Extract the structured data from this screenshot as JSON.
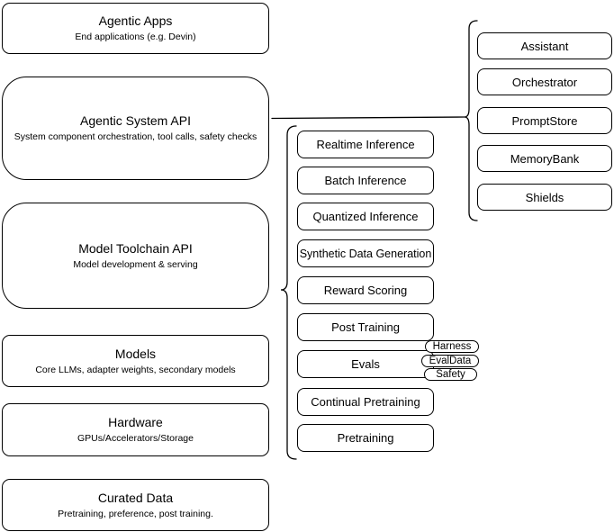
{
  "diagram": {
    "layers": [
      {
        "title": "Agentic Apps",
        "subtitle": "End applications (e.g. Devin)"
      },
      {
        "title": "Agentic System API",
        "subtitle": "System component orchestration, tool calls, safety checks"
      },
      {
        "title": "Model Toolchain API",
        "subtitle": "Model development & serving"
      },
      {
        "title": "Models",
        "subtitle": "Core LLMs, adapter weights, secondary models"
      },
      {
        "title": "Hardware",
        "subtitle": "GPUs/Accelerators/Storage"
      },
      {
        "title": "Curated Data",
        "subtitle": "Pretraining, preference, post training."
      }
    ],
    "toolchain_components": [
      "Realtime Inference",
      "Batch Inference",
      "Quantized Inference",
      "Synthetic Data Generation",
      "Reward Scoring",
      "Post Training",
      "Evals",
      "Continual Pretraining",
      "Pretraining"
    ],
    "evals_tags": [
      "Harness",
      "EvalData",
      "Safety"
    ],
    "system_components": [
      "Assistant",
      "Orchestrator",
      "PromptStore",
      "MemoryBank",
      "Shields"
    ],
    "colors": {
      "stroke": "#000000",
      "fill": "#ffffff"
    }
  }
}
